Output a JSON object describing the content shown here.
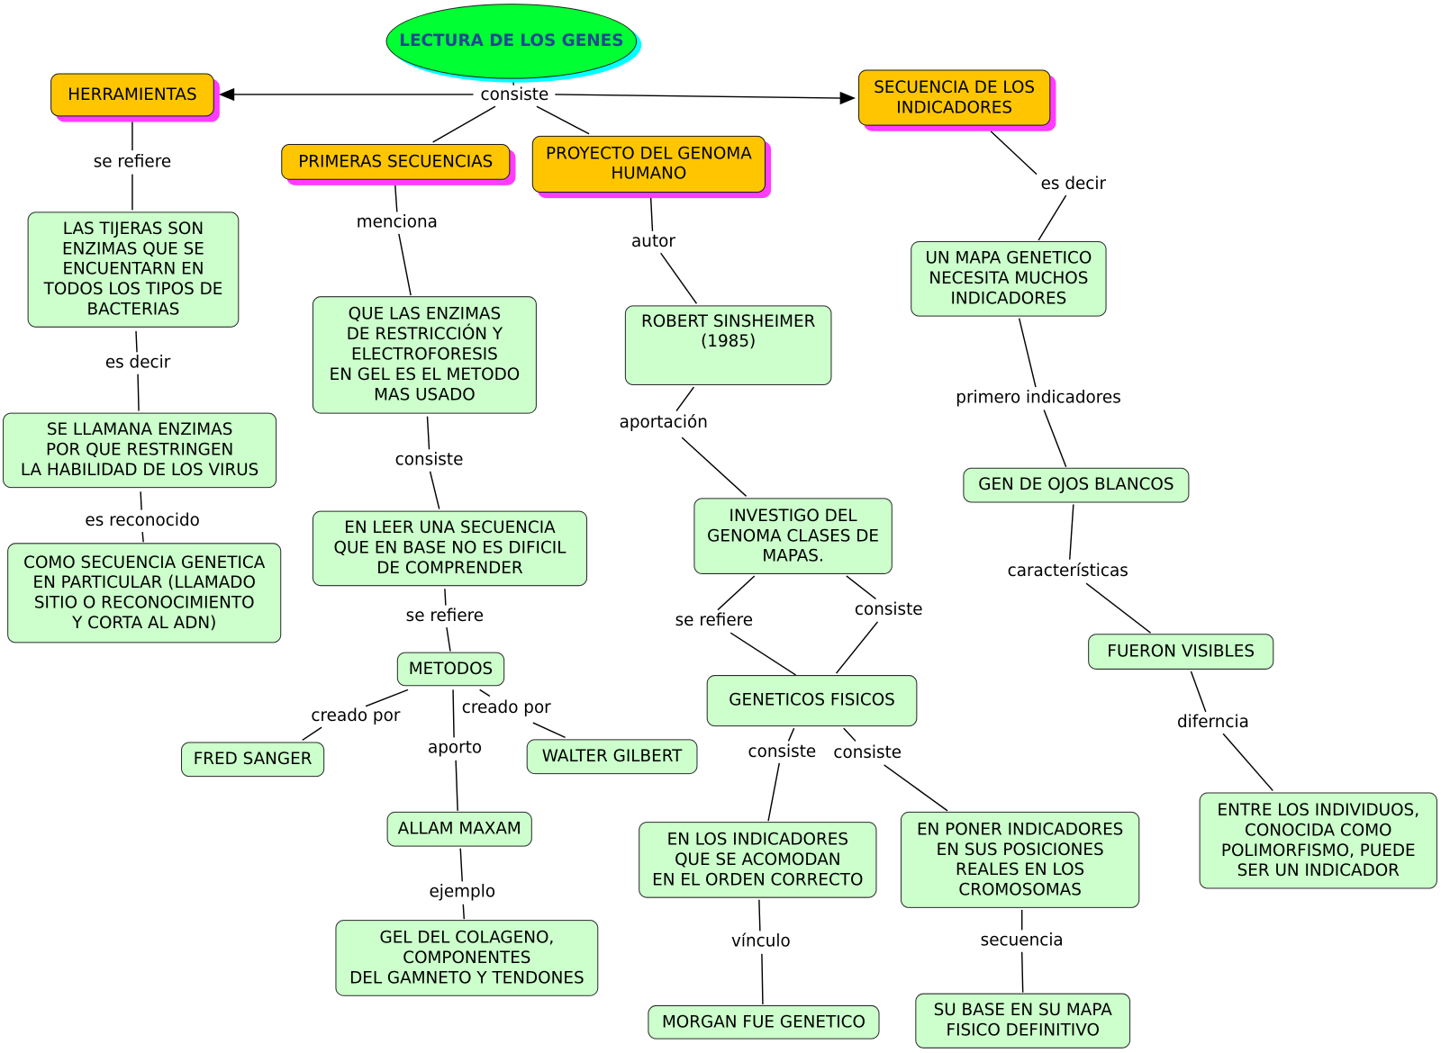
{
  "title": "LECTURA DE LOS GENES",
  "colors": {
    "root_fill": "#00ff33",
    "root_shadow": "#00ffff",
    "root_text": "#1f4b8f",
    "topic_fill": "#ffc600",
    "topic_shadow": "#ff3cff",
    "concept_fill": "#ccffcc",
    "line": "#000000"
  },
  "nodes": {
    "herramientas": "HERRAMIENTAS",
    "primeras_secuencias": "PRIMERAS SECUENCIAS",
    "proyecto_genoma": "PROYECTO DEL GENOMA\nHUMANO",
    "secuencia_indicadores": "SECUENCIA DE LOS\nINDICADORES",
    "tijeras": "LAS TIJERAS SON\nENZIMAS QUE SE\nENCUENTARN EN\nTODOS LOS TIPOS DE\nBACTERIAS",
    "se_llaman": "SE LLAMANA ENZIMAS\nPOR QUE RESTRINGEN\nLA HABILIDAD DE LOS VIRUS",
    "como_secuencia": "COMO SECUENCIA GENETICA\nEN PARTICULAR (LLAMADO\nSITIO O RECONOCIMIENTO\nY CORTA AL ADN)",
    "enzimas_restriccion": "QUE LAS ENZIMAS\nDE RESTRICCIÓN Y\nELECTROFORESIS\nEN GEL ES EL METODO\nMAS USADO",
    "leer_secuencia": "EN LEER UNA SECUENCIA\nQUE EN BASE NO ES DIFICIL\nDE COMPRENDER",
    "metodos": "METODOS",
    "fred_sanger": "FRED SANGER",
    "walter_gilbert": "WALTER GILBERT",
    "allam_maxam": "ALLAM MAXAM",
    "gel_colageno": "GEL DEL COLAGENO,\nCOMPONENTES\nDEL GAMNETO Y TENDONES",
    "robert_sinsheimer": "ROBERT SINSHEIMER\n(1985)",
    "investigo_genoma": "INVESTIGO DEL\nGENOMA CLASES DE\nMAPAS.",
    "geneticos_fisicos": "GENETICOS FISICOS",
    "indicadores_orden": "EN LOS INDICADORES\nQUE SE ACOMODAN\nEN EL ORDEN CORRECTO",
    "poner_indicadores": "EN PONER INDICADORES\nEN SUS POSICIONES\nREALES EN LOS\nCROMOSOMAS",
    "morgan": "MORGAN FUE GENETICO",
    "su_base": "SU BASE EN SU MAPA\nFISICO DEFINITIVO",
    "mapa_genetico": "UN MAPA GENETICO\nNECESITA MUCHOS\nINDICADORES",
    "ojos_blancos": "GEN DE OJOS BLANCOS",
    "fueron_visibles": "FUERON VISIBLES",
    "entre_individuos": "ENTRE LOS INDIVIDUOS,\nCONOCIDA COMO\nPOLIMORFISMO, PUEDE\nSER UN INDICADOR"
  },
  "links": {
    "root_consiste": "consiste",
    "herramientas_se_refiere": "se refiere",
    "tijeras_es_decir": "es decir",
    "se_llaman_es_reconocido": "es reconocido",
    "primeras_menciona": "menciona",
    "enzimas_consiste": "consiste",
    "leer_se_refiere": "se refiere",
    "metodos_creado_por_sanger": "creado por",
    "metodos_creado_por_gilbert": "creado por",
    "metodos_aporto": "aporto",
    "maxam_ejemplo": "ejemplo",
    "proyecto_autor": "autor",
    "robert_aportacion": "aportación",
    "investigo_se_refiere": "se refiere",
    "investigo_consiste": "consiste",
    "fisicos_consiste_orden": "consiste",
    "fisicos_consiste_poner": "consiste",
    "orden_vinculo": "vínculo",
    "poner_secuencia": "secuencia",
    "secuencia_es_decir": "es decir",
    "mapa_primero_indicadores": "primero indicadores",
    "ojos_caracteristicas": "características",
    "visibles_diferncia": "diferncia"
  }
}
